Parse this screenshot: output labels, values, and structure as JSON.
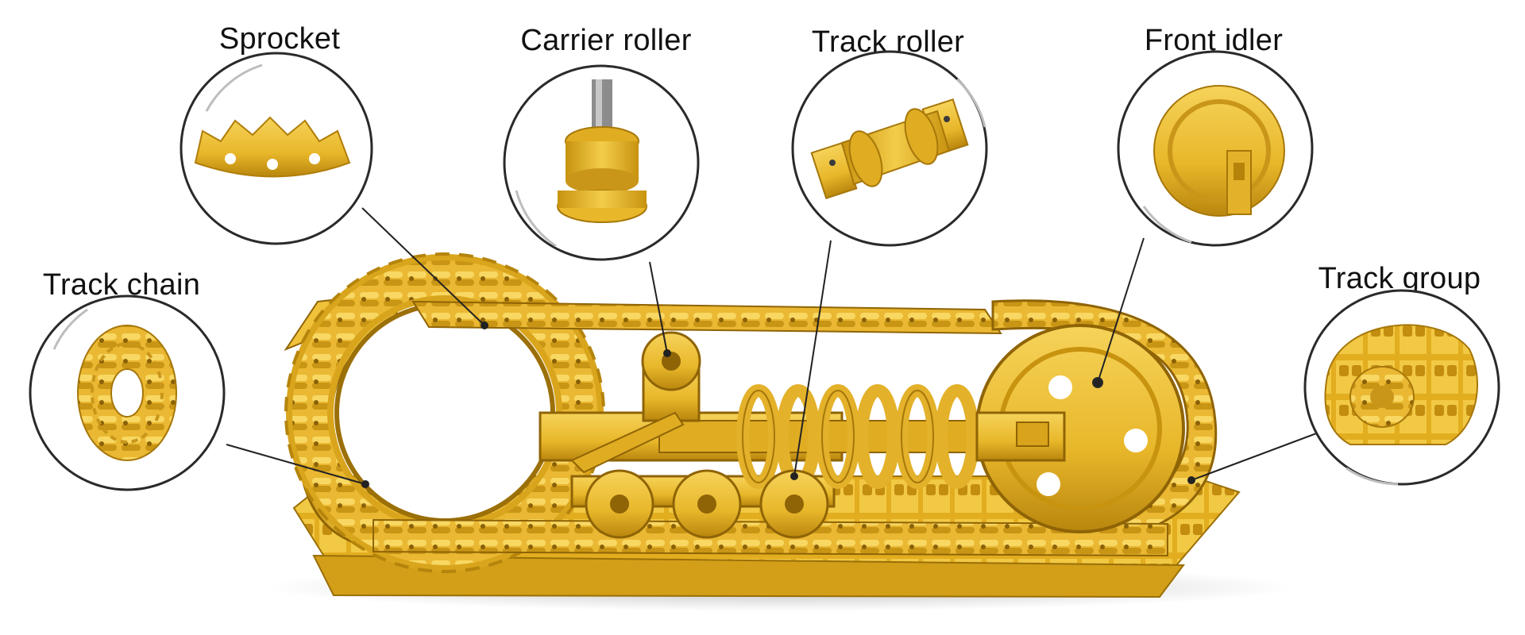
{
  "callouts": [
    {
      "id": "sprocket",
      "label": "Sprocket",
      "icon": "sprocket-icon"
    },
    {
      "id": "carrier-roller",
      "label": "Carrier roller",
      "icon": "carrier-roller-icon"
    },
    {
      "id": "track-roller",
      "label": "Track roller",
      "icon": "track-roller-icon"
    },
    {
      "id": "front-idler",
      "label": "Front idler",
      "icon": "front-idler-icon"
    },
    {
      "id": "track-chain",
      "label": "Track chain",
      "icon": "track-chain-icon"
    },
    {
      "id": "track-group",
      "label": "Track group",
      "icon": "track-group-icon"
    }
  ],
  "colors": {
    "part_yellow": "#e8b72a",
    "part_dark": "#b9860e",
    "part_light": "#f6d35a",
    "leader_line": "#222222",
    "circle_border": "#2a2a2a"
  }
}
